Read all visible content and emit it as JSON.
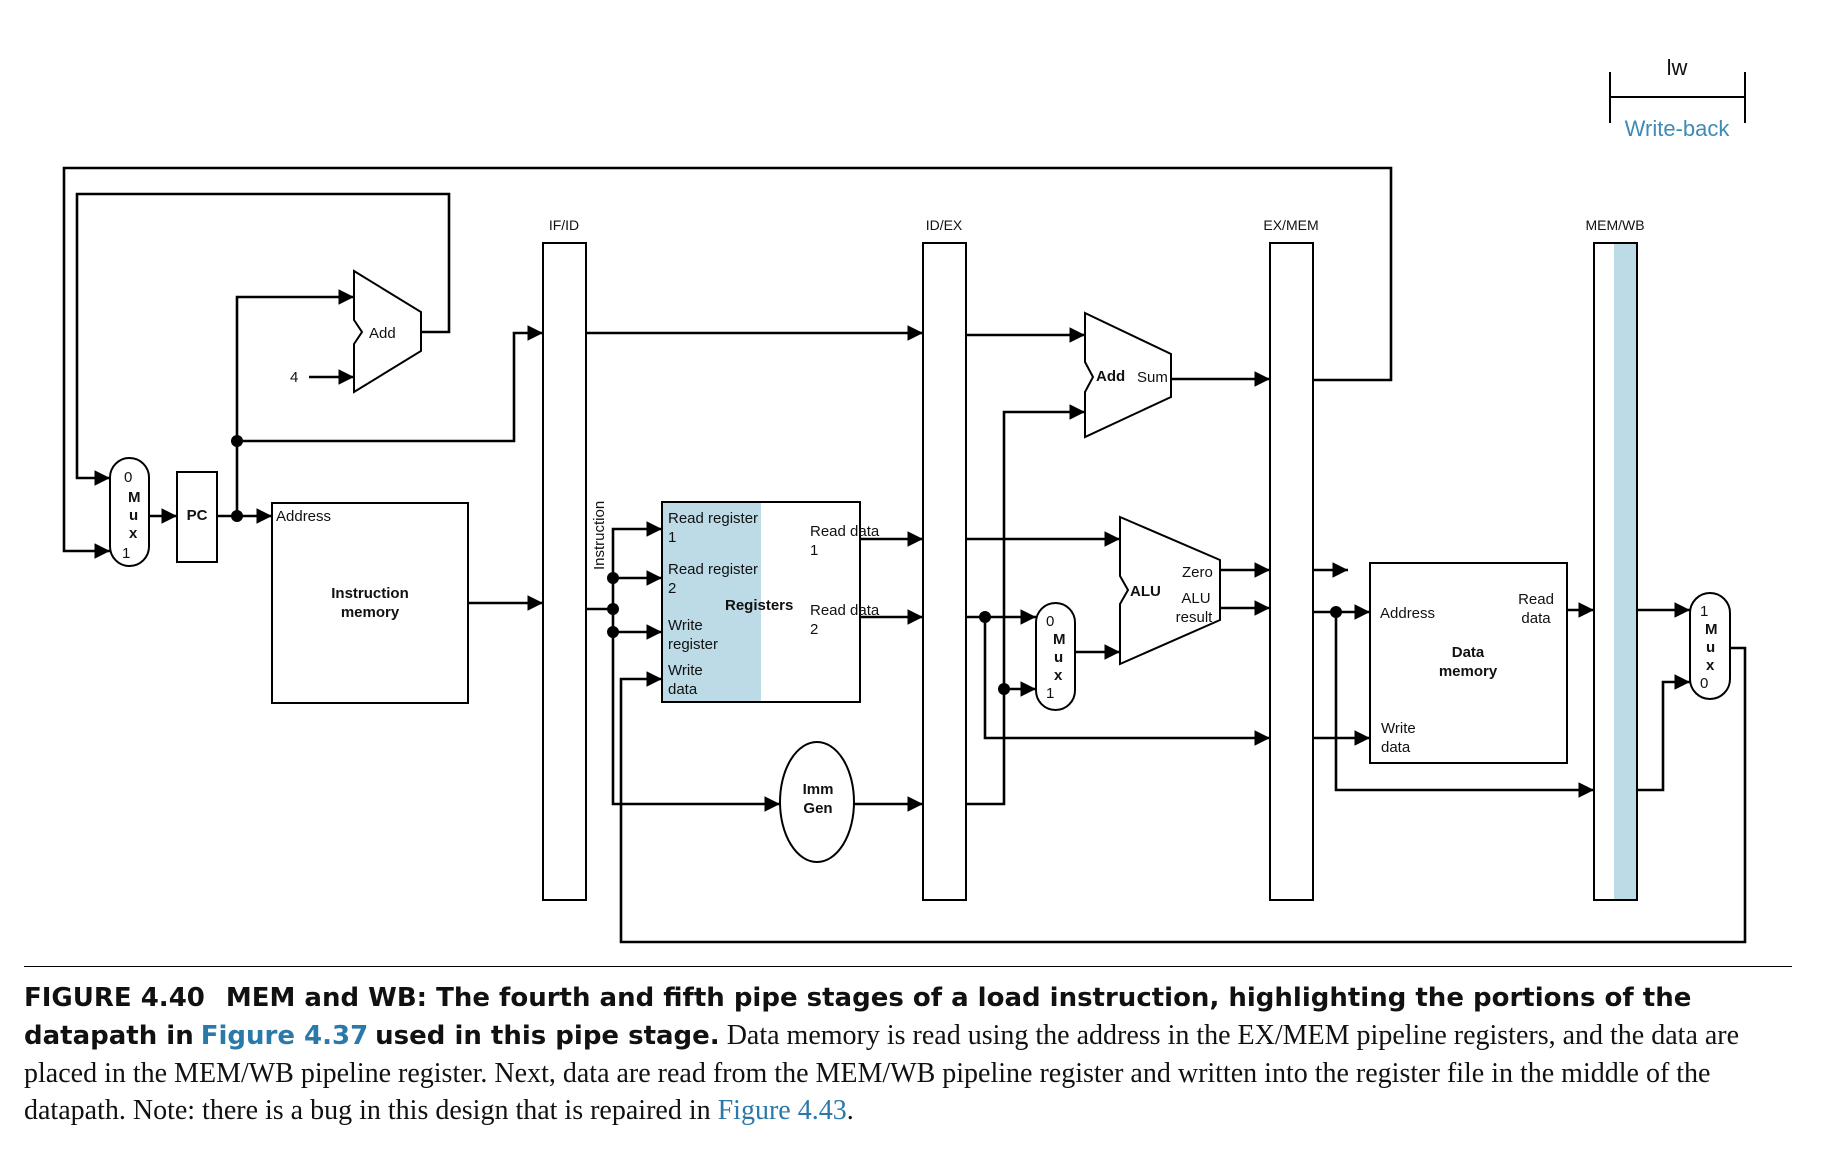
{
  "diagram": {
    "indicator": {
      "instruction": "lw",
      "stage": "Write-back"
    },
    "pipeline_registers": [
      "IF/ID",
      "ID/EX",
      "EX/MEM",
      "MEM/WB"
    ],
    "labels": {
      "pc": "PC",
      "four": "4",
      "add": "Add",
      "add_sum": "Add",
      "sum": "Sum",
      "instruction_memory": "Instruction memory",
      "im_address": "Address",
      "instruction": "Instruction",
      "read_register_1": "Read register 1",
      "read_register_2": "Read register 2",
      "registers": "Registers",
      "write_register": "Write register",
      "write_data": "Write data",
      "read_data_1": "Read data 1",
      "read_data_2": "Read data 2",
      "imm_gen": "Imm Gen",
      "alu": "ALU",
      "zero": "Zero",
      "alu_result": "ALU result",
      "data_memory": "Data memory",
      "dm_address": "Address",
      "dm_read_data": "Read data",
      "dm_write_data": "Write data",
      "mux_letters": [
        "M",
        "u",
        "x"
      ],
      "mux_pc_inputs": [
        "0",
        "1"
      ],
      "mux_alu_inputs": [
        "0",
        "1"
      ],
      "mux_wb_inputs": [
        "1",
        "0"
      ]
    },
    "highlight_color": "#bcdbe6",
    "accent_color": "#3d8bb5"
  },
  "caption": {
    "figure_number": "FIGURE 4.40",
    "title_before_link": "MEM and WB: The fourth and fifth pipe stages of a load instruction, highlighting the portions of the datapath in",
    "title_link": "Figure 4.37",
    "title_after_link": "used in this pipe stage.",
    "body_before_link": "Data memory is read using the address in the EX/MEM pipeline registers, and the data are placed in the MEM/WB pipeline register. Next, data are read from the MEM/WB pipeline register and written into the register file in the middle of the datapath. Note: there is a bug in this design that is repaired in",
    "body_link": "Figure 4.43",
    "body_end": "."
  }
}
